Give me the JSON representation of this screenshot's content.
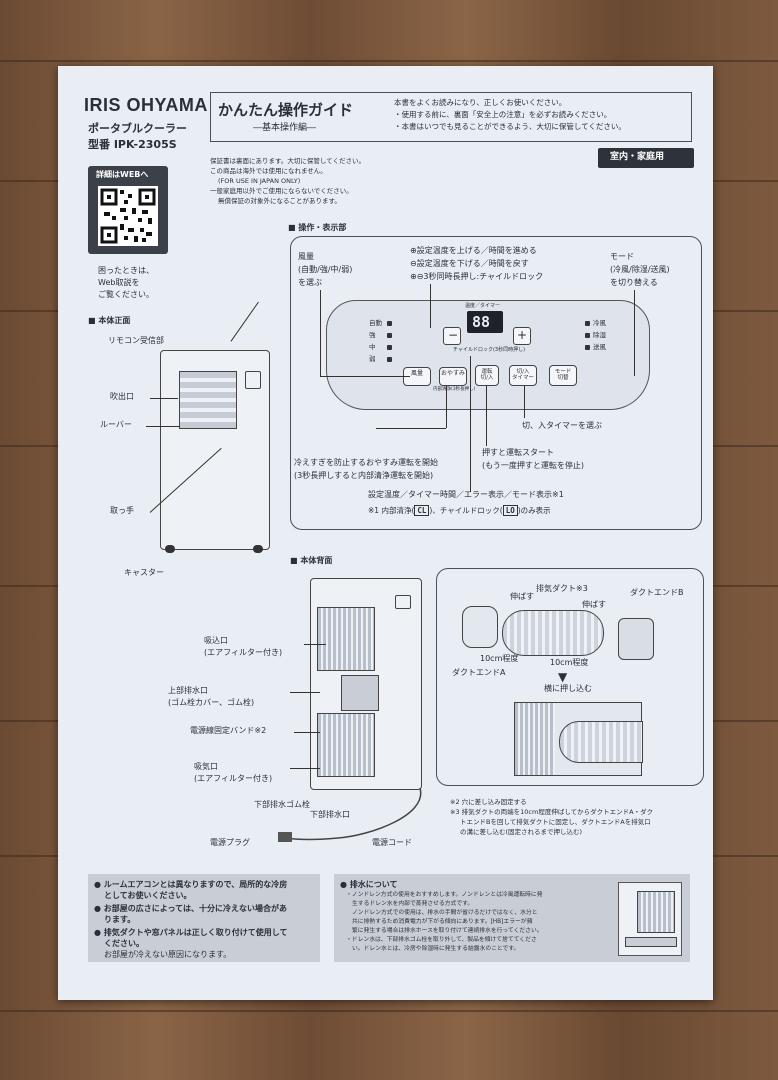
{
  "brand": "IRIS OHYAMA",
  "product": {
    "name": "ポータブルクーラー",
    "model": "型番 IPK-2305S"
  },
  "header": {
    "title": "かんたん操作ガイド",
    "subtitle": "―基本操作編―",
    "lines": [
      "本書をよくお読みになり、正しくお使いください。",
      "・使用する前に、裏面「安全上の注意」を必ずお読みください。",
      "・本書はいつでも見ることができるよう、大切に保管してください。"
    ],
    "badge": "室内・家庭用"
  },
  "web": {
    "label": "詳細はWEBへ",
    "caption_lines": [
      "困ったときは、",
      "Web取説を",
      "ご覧ください。"
    ]
  },
  "notices_top": [
    "保証書は裏面にあります。大切に保管してください。",
    "この商品は海外では使用になれません。",
    "(FOR USE IN JAPAN ONLY)",
    "一般家庭用以外でご使用にならないでください。",
    "無償保証の対象外になることがあります。"
  ],
  "sections": {
    "panel": "操作・表示部",
    "front": "本体正面",
    "back": "本体背面"
  },
  "panel": {
    "fan_label": [
      "風量",
      "(自動/強/中/弱)",
      "を選ぶ"
    ],
    "temp_lines": [
      "設定温度を上げる／時間を進める",
      "設定温度を下げる／時間を戻す",
      "3秒同時長押し:チャイルドロック"
    ],
    "mode_label": [
      "モード",
      "(冷風/除湿/送風)",
      "を切り替える"
    ],
    "display": "88",
    "display_caption": "温度／タイマー",
    "childlock_caption": "チャイルドロック(3秒同時押し)",
    "left_leds": [
      "自動",
      "強",
      "中",
      "弱"
    ],
    "right_leds": [
      "冷風",
      "除湿",
      "送風"
    ],
    "buttons": [
      "風量",
      "おやすみ",
      "運転\n切/入",
      "切/入\nタイマー",
      "モード\n切替"
    ],
    "btn_sub": "内部清浄(3秒長押し)",
    "timer_label": "切、入タイマーを選ぶ",
    "sleep_label": [
      "冷えすぎを防止するおやすみ運転を開始",
      "(3秒長押しすると内部清浄運転を開始)"
    ],
    "power_label": [
      "押すと運転スタート",
      "(もう一度押すと運転を停止)"
    ],
    "display_desc": "設定温度／タイマー時間／エラー表示／モード表示※1",
    "footnote_a": "※1 内部清浄(",
    "footnote_code1": "CL",
    "footnote_b": ")、チャイルドロック(",
    "footnote_code2": "LO",
    "footnote_c": ")のみ表示"
  },
  "front_labels": [
    "リモコン受信部",
    "吹出口",
    "ルーバー",
    "取っ手",
    "キャスター"
  ],
  "back_labels": {
    "intake1": [
      "吸込口",
      "(エアフィルター付き)"
    ],
    "drain_top": [
      "上部排水口",
      "(ゴム栓カバー、ゴム栓)"
    ],
    "cord_band": "電源線固定バンド※2",
    "intake2": [
      "吸気口",
      "(エアフィルター付き)"
    ],
    "drain_plug": "下部排水ゴム栓",
    "drain_bottom": "下部排水口",
    "plug": "電源プラグ",
    "cord": "電源コード"
  },
  "duct": {
    "duct_label": "排気ダクト※3",
    "stretch1": "伸ばす",
    "stretch2": "伸ばす",
    "end_a": "ダクトエンドA",
    "end_b": "ダクトエンドB",
    "len1": "10cm程度",
    "len2": "10cm程度",
    "push": "横に押し込む"
  },
  "duct_notes": [
    "※2 穴に差し込み固定する",
    "※3 排気ダクトの両端を10cm程度伸ばしてからダクトエンドA・ダク",
    "トエンドBを回して排気ダクトに固定し、ダクトエンドAを排気口",
    "の溝に差し込む(固定されるまで押し込む)"
  ],
  "bottom_left": [
    "ルームエアコンとは異なりますので、局所的な冷房",
    "としてお使いください。",
    "お部屋の広さによっては、十分に冷えない場合があ",
    "ります。",
    "排気ダクトや窓パネルは正しく取り付けて使用して",
    "ください。",
    "お部屋が冷えない原因になります。"
  ],
  "bottom_right": {
    "title": "排水について",
    "lines": [
      "・ノンドレン方式の使用をおすすめします。ノンドレンとは冷風運転時に発",
      "生するドレン水を内部で蒸発させる方式です。",
      "ノンドレン方式での使用は、排水の手間が省けるだけではなく、水分と",
      "共に排熱するため消費電力が下がる傾向にあります。[HB]エラーが頻",
      "繁に発生する場合は排水ホースを取り付けて連続排水を行ってください。",
      "・ドレン水は、下部排水ゴム栓を取り外して、製品を傾けて捨ててくださ",
      "い。ドレン水とは、冷房や除湿時に発生する結露水のことです。"
    ]
  },
  "colors": {
    "paper": "#e9eef5",
    "ink": "#2a2f38",
    "wood": "#7a5639",
    "gray_box": "#c9ced6"
  }
}
